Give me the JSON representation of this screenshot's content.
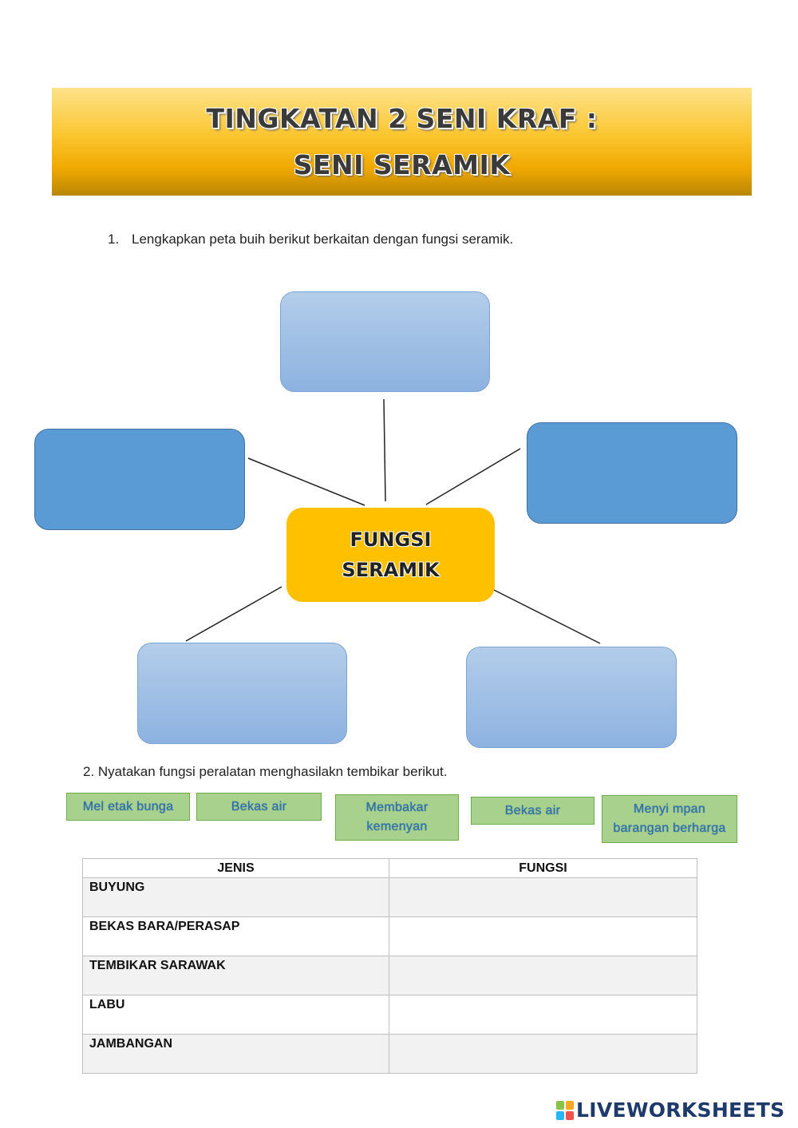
{
  "banner": {
    "line1": "TINGKATAN 2 SENI KRAF :",
    "line2": "SENI SERAMIK"
  },
  "question1": {
    "number": "1.",
    "text": "Lengkapkan peta buih berikut  berkaitan dengan fungsi seramik."
  },
  "bubble_map": {
    "center_line1": "FUNGSI",
    "center_line2": "SERAMIK",
    "colors": {
      "center": "#ffc000",
      "dark_bubble": "#5b9bd5",
      "light_bubble": "#9dbfe6"
    }
  },
  "question2": {
    "text": "2. Nyatakan fungsi peralatan menghasilakn tembikar berikut."
  },
  "options": [
    "Mel etak bunga",
    "Bekas air",
    "Membakar kemenyan",
    "Bekas  air",
    "Menyi mpan barangan berharga"
  ],
  "table": {
    "headers": [
      "JENIS",
      "FUNGSI"
    ],
    "rows": [
      "BUYUNG",
      "BEKAS BARA/PERASAP",
      "TEMBIKAR SARAWAK",
      "LABU",
      "JAMBANGAN"
    ]
  },
  "footer": {
    "logo_text": "LIVEWORKSHEETS",
    "logo_colors": [
      "#8bc34a",
      "#f9a825",
      "#29b6f6",
      "#ef5350"
    ]
  }
}
